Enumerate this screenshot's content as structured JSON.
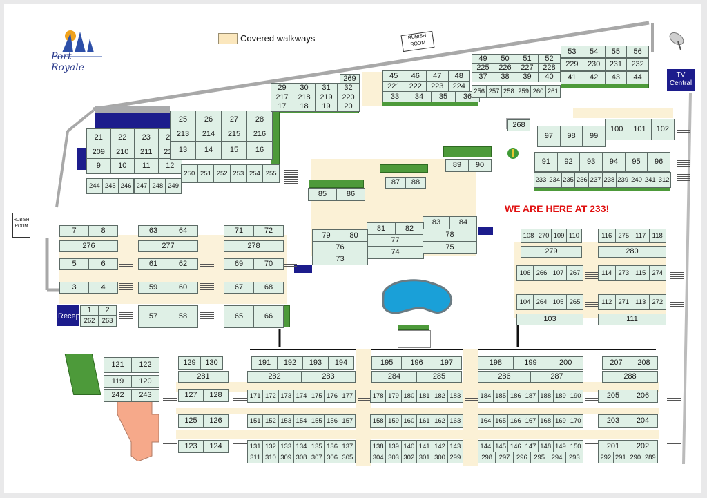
{
  "map": {
    "brand": "Port Royale",
    "legend": "Covered walkways",
    "rubbish_room_top": "RUBISH ROOM",
    "rubbish_room_left": "RUBISH ROOM",
    "tv_central": "TV Central",
    "reception": "Recep",
    "you_are_here": "WE ARE HERE AT 233!",
    "colors": {
      "unit": "#dff0e6",
      "walkway": "#fbf1d6",
      "pool": "#1aa0d8",
      "marker": "#e01010",
      "navy": "#1c1c8c",
      "garden": "#4d9a3a",
      "pink": "#f6a98a"
    }
  }
}
